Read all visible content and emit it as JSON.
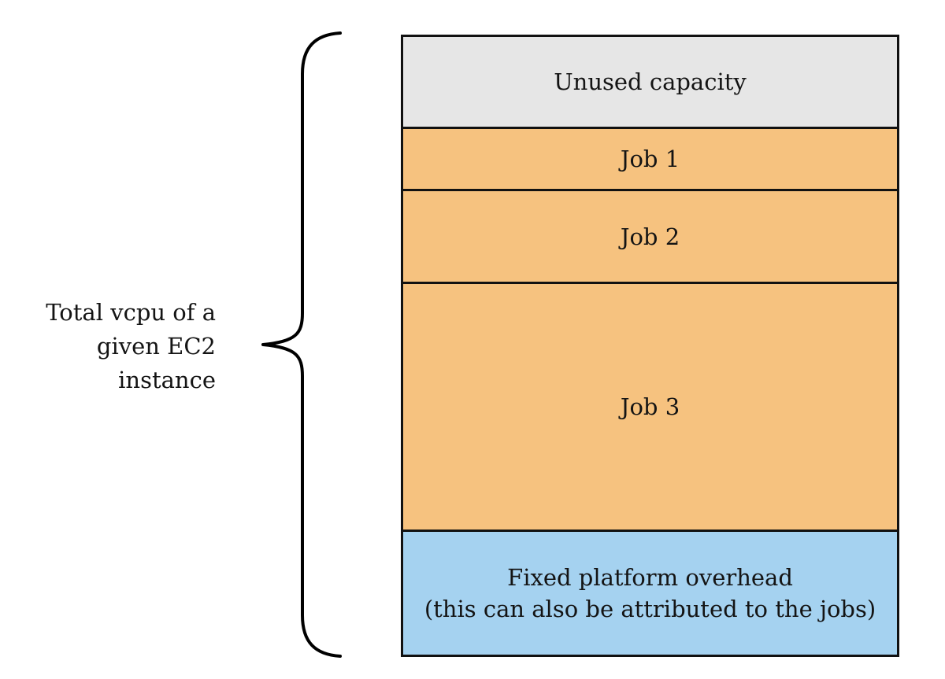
{
  "figure": {
    "background_color": "#ffffff",
    "text_color": "#141414",
    "label": {
      "text": "Total vcpu of a given EC2 instance",
      "lines": [
        "Total vcpu of a",
        "given EC2",
        "instance"
      ]
    },
    "brace": {
      "color": "#000000",
      "direction": "left-pointing"
    },
    "bar": {
      "border_color": "#111111",
      "segments": [
        {
          "id": "unused-capacity",
          "label": "Unused capacity",
          "color": "#e6e6e6"
        },
        {
          "id": "job-1",
          "label": "Job 1",
          "color": "#f6c27f"
        },
        {
          "id": "job-2",
          "label": "Job 2",
          "color": "#f6c27f"
        },
        {
          "id": "job-3",
          "label": "Job 3",
          "color": "#f6c27f"
        },
        {
          "id": "fixed-platform-overhead",
          "label": "Fixed platform overhead",
          "sublabel": "(this can also be attributed to the jobs)",
          "color": "#a5d2f0"
        }
      ]
    }
  }
}
